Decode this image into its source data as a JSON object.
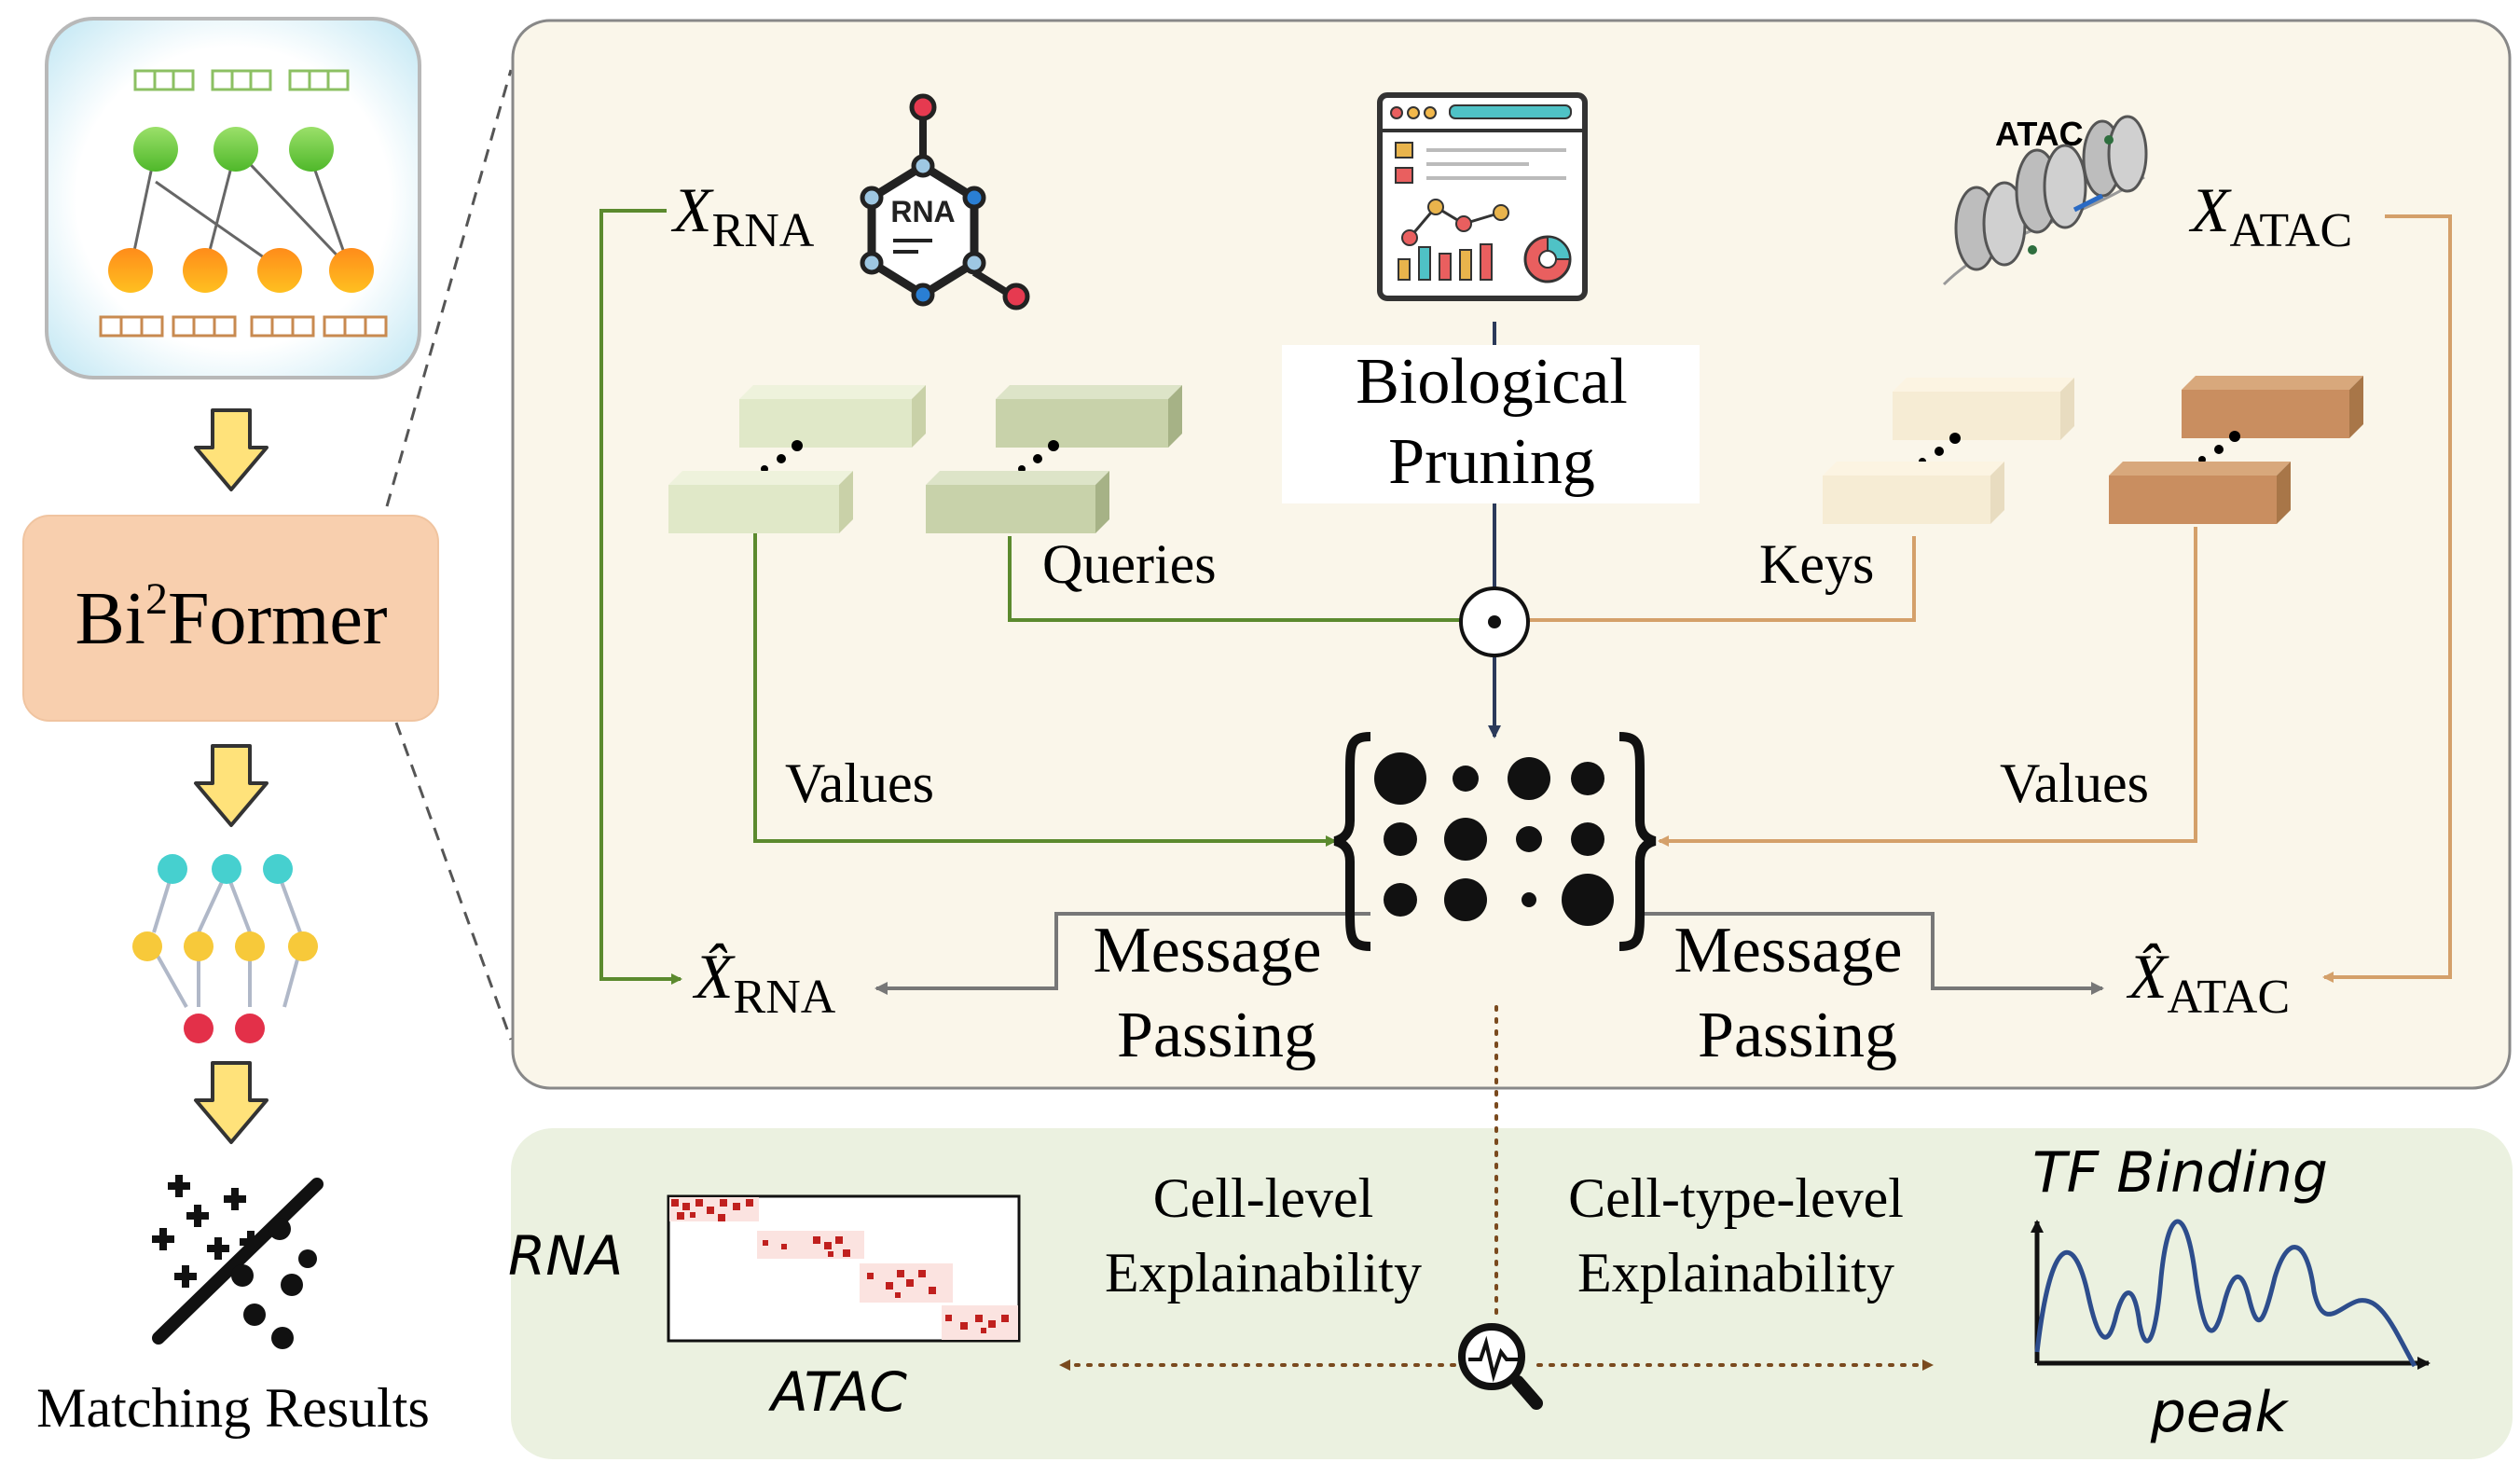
{
  "left": {
    "model_name": "Bi",
    "model_sup": "2",
    "model_name_rest": "Former",
    "results_label": "Matching Results"
  },
  "main": {
    "x_rna": "X",
    "x_rna_sub": "RNA",
    "x_atac": "X",
    "x_atac_sub": "ATAC",
    "xhat_rna": "X̂",
    "xhat_rna_sub": "RNA",
    "xhat_atac": "X̂",
    "xhat_atac_sub": "ATAC",
    "rna_icon_text": "RNA",
    "atac_icon_text": "ATAC",
    "pruning_line1": "Biological",
    "pruning_line2": "Pruning",
    "queries": "Queries",
    "keys": "Keys",
    "values_left": "Values",
    "values_right": "Values",
    "mp_left_line1": "Message",
    "mp_left_line2": "Passing",
    "mp_right_line1": "Message",
    "mp_right_line2": "Passing",
    "odot": "⊙"
  },
  "bottom": {
    "rna_axis": "RNA",
    "atac_axis": "ATAC",
    "cell_line1": "Cell-level",
    "cell_line2": "Explainability",
    "celltype_line1": "Cell-type-level",
    "celltype_line2": "Explainability",
    "tf_title": "TF Binding",
    "tf_axis": "peak"
  },
  "colors": {
    "rna_green": "#5b8a2e",
    "atac_tan": "#d4a06a",
    "panel_bg": "#faf6ea",
    "bottom_bg": "#ebf1e0",
    "model_box": "#f8cfae",
    "heat_red": "#c0201e",
    "tf_curve": "#2d4d8c"
  }
}
